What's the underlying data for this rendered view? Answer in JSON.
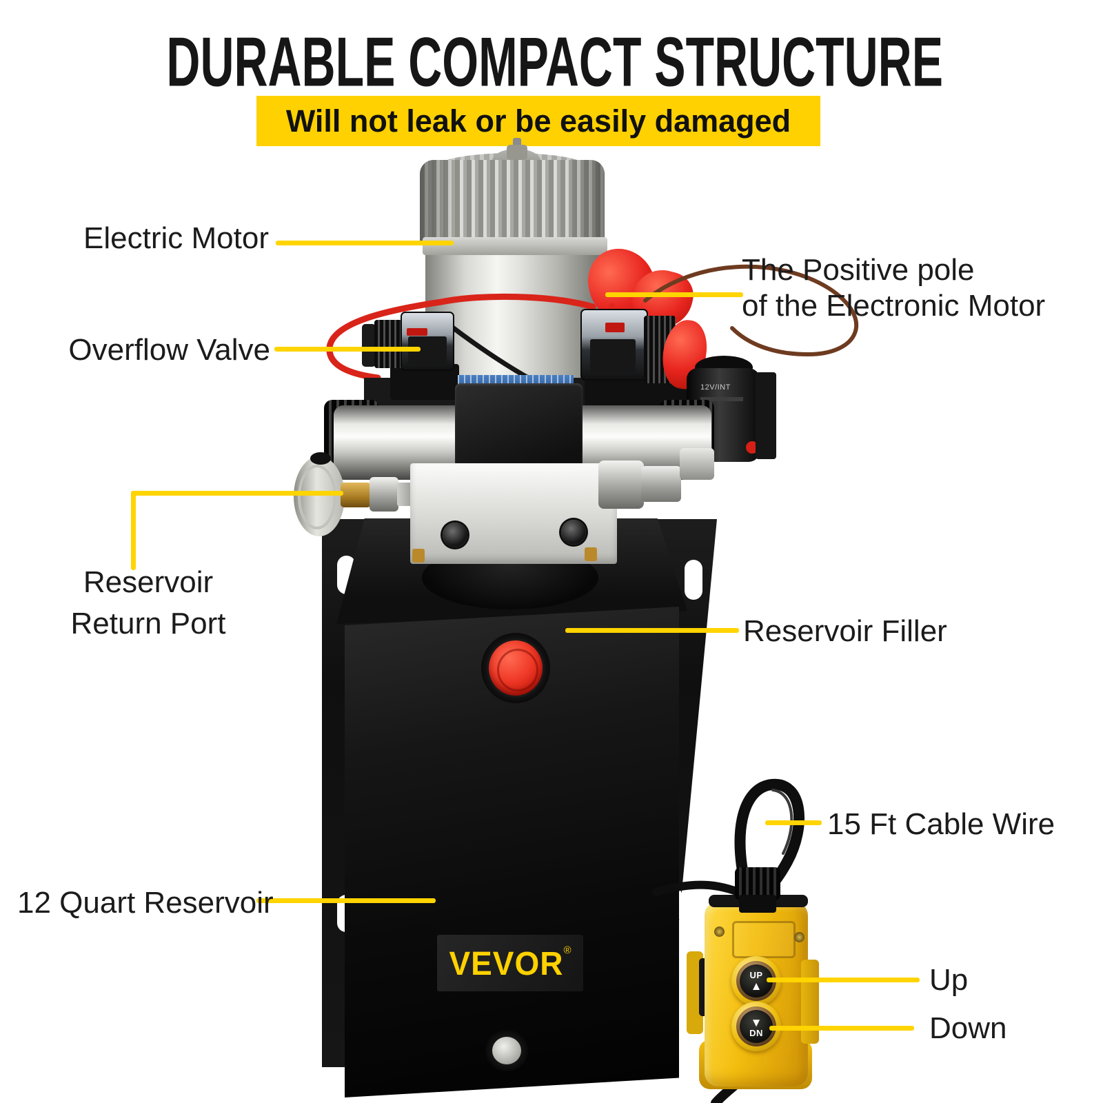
{
  "header": {
    "title": "DURABLE COMPACT STRUCTURE",
    "subtitle": "Will not leak or be easily damaged"
  },
  "callouts": {
    "electric_motor": "Electric Motor",
    "positive_pole_line1": "The Positive pole",
    "positive_pole_line2": "of the Electronic Motor",
    "overflow_valve": "Overflow Valve",
    "return_port_line1": "Reservoir",
    "return_port_line2": "Return Port",
    "reservoir_filler": "Reservoir Filler",
    "reservoir_size": "12 Quart Reservoir",
    "cable_wire": "15 Ft Cable Wire",
    "up": "Up",
    "down": "Down"
  },
  "device": {
    "brand": "VEVOR",
    "brand_reg": "®",
    "solenoid_tag": "12V/INT",
    "pendant": {
      "up_button": "UP",
      "up_arrow": "▲",
      "down_button": "DN",
      "down_arrow": "▼"
    }
  },
  "colors": {
    "banner_yellow": "#FFD100",
    "callout_line_yellow": "#FFD400",
    "label_text": "#1B1B1B",
    "filler_cap_red": "#E8251F",
    "pendant_yellow": "#F3BD0E",
    "tank_black": "#121212",
    "motor_silver": "#D7D7D3"
  }
}
